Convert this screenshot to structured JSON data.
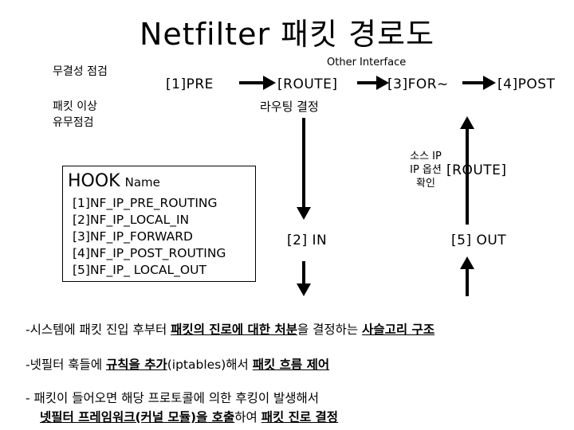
{
  "title": "Netfilter 패킷 경로도",
  "left_labels": {
    "integrity_check": "무결성 점검",
    "anomaly_check_line1": "패킷 이상",
    "anomaly_check_line2": "유무점검"
  },
  "nodes": {
    "pre": "[1]PRE",
    "route_top": "[ROUTE]",
    "route_top_caption": "라우팅 결정",
    "forward": "[3]FOR~",
    "post": "[4]POST",
    "other_interface": "Other Interface",
    "in": "[2] IN",
    "out": "[5] OUT",
    "route_right": "[ROUTE]",
    "src_ip_line1": "소스 IP",
    "src_ip_line2": "IP 옵션",
    "src_ip_line3": "확인"
  },
  "hook_box": {
    "heading": "HOOK",
    "heading_sub": "Name",
    "items": [
      "[1]NF_IP_PRE_ROUTING",
      "[2]NF_IP_LOCAL_IN",
      "[3]NF_IP_FORWARD",
      "[4]NF_IP_POST_ROUTING",
      "[5]NF_IP_ LOCAL_OUT"
    ]
  },
  "notes": {
    "line1": {
      "prefix": "-시스템에 패킷 진입 후부터 ",
      "emph1": "패킷의 진로에 대한 처분",
      "mid": "을 결정하는 ",
      "emph2": "사슬고리 구조"
    },
    "line2": {
      "prefix": "-넷필터 훅들에 ",
      "emph1": "규칙을 추가",
      "mid": "(iptables)해서 ",
      "emph2": "패킷 흐름 제어"
    },
    "line3": {
      "text": "- 패킷이 들어오면 해당 프로토콜에 의한 후킹이 발생해서"
    },
    "line4": {
      "emph1": "넷필터 프레임워크(커널 모듈)을 호출",
      "mid": "하여 ",
      "emph2": "패킷 진로 결정"
    }
  }
}
